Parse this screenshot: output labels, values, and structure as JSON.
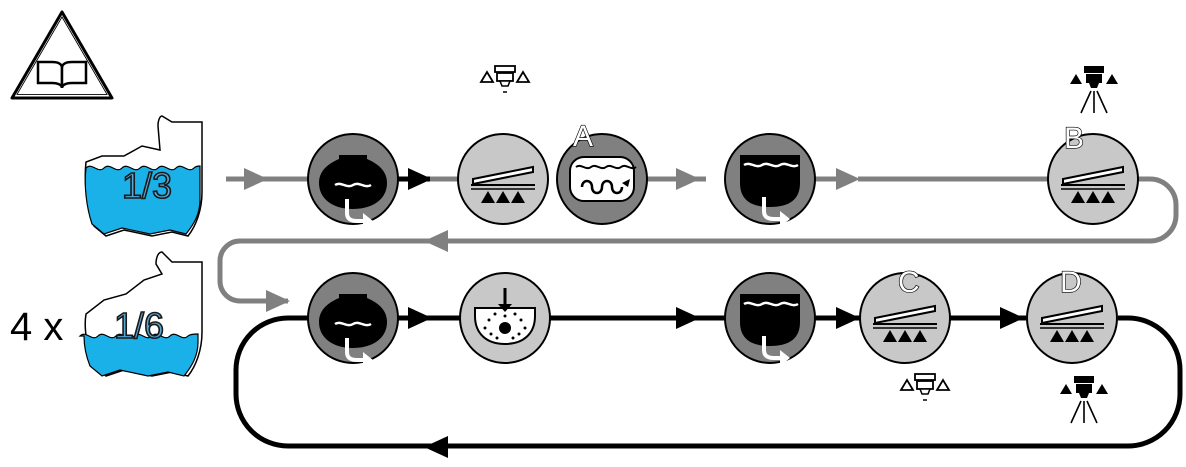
{
  "labels": {
    "a": "A",
    "b": "B",
    "c": "C",
    "d": "D"
  },
  "tanks": {
    "upper_fraction": "1/3",
    "lower_fraction": "1/6",
    "lower_multiplier": "4 x"
  },
  "colors": {
    "water": "#1ab0e8",
    "node_dark": "#7f7f7f",
    "node_light": "#c8c8c8",
    "flow_gray": "#808080",
    "flow_black": "#000000"
  },
  "icons": [
    "read-manual-icon",
    "pump-drain-icon",
    "boom-nozzles-icon",
    "tank-agitation-icon",
    "tank-drain-icon",
    "rinse-nozzle-icon",
    "nozzles-off-icon",
    "nozzles-spraying-icon"
  ]
}
